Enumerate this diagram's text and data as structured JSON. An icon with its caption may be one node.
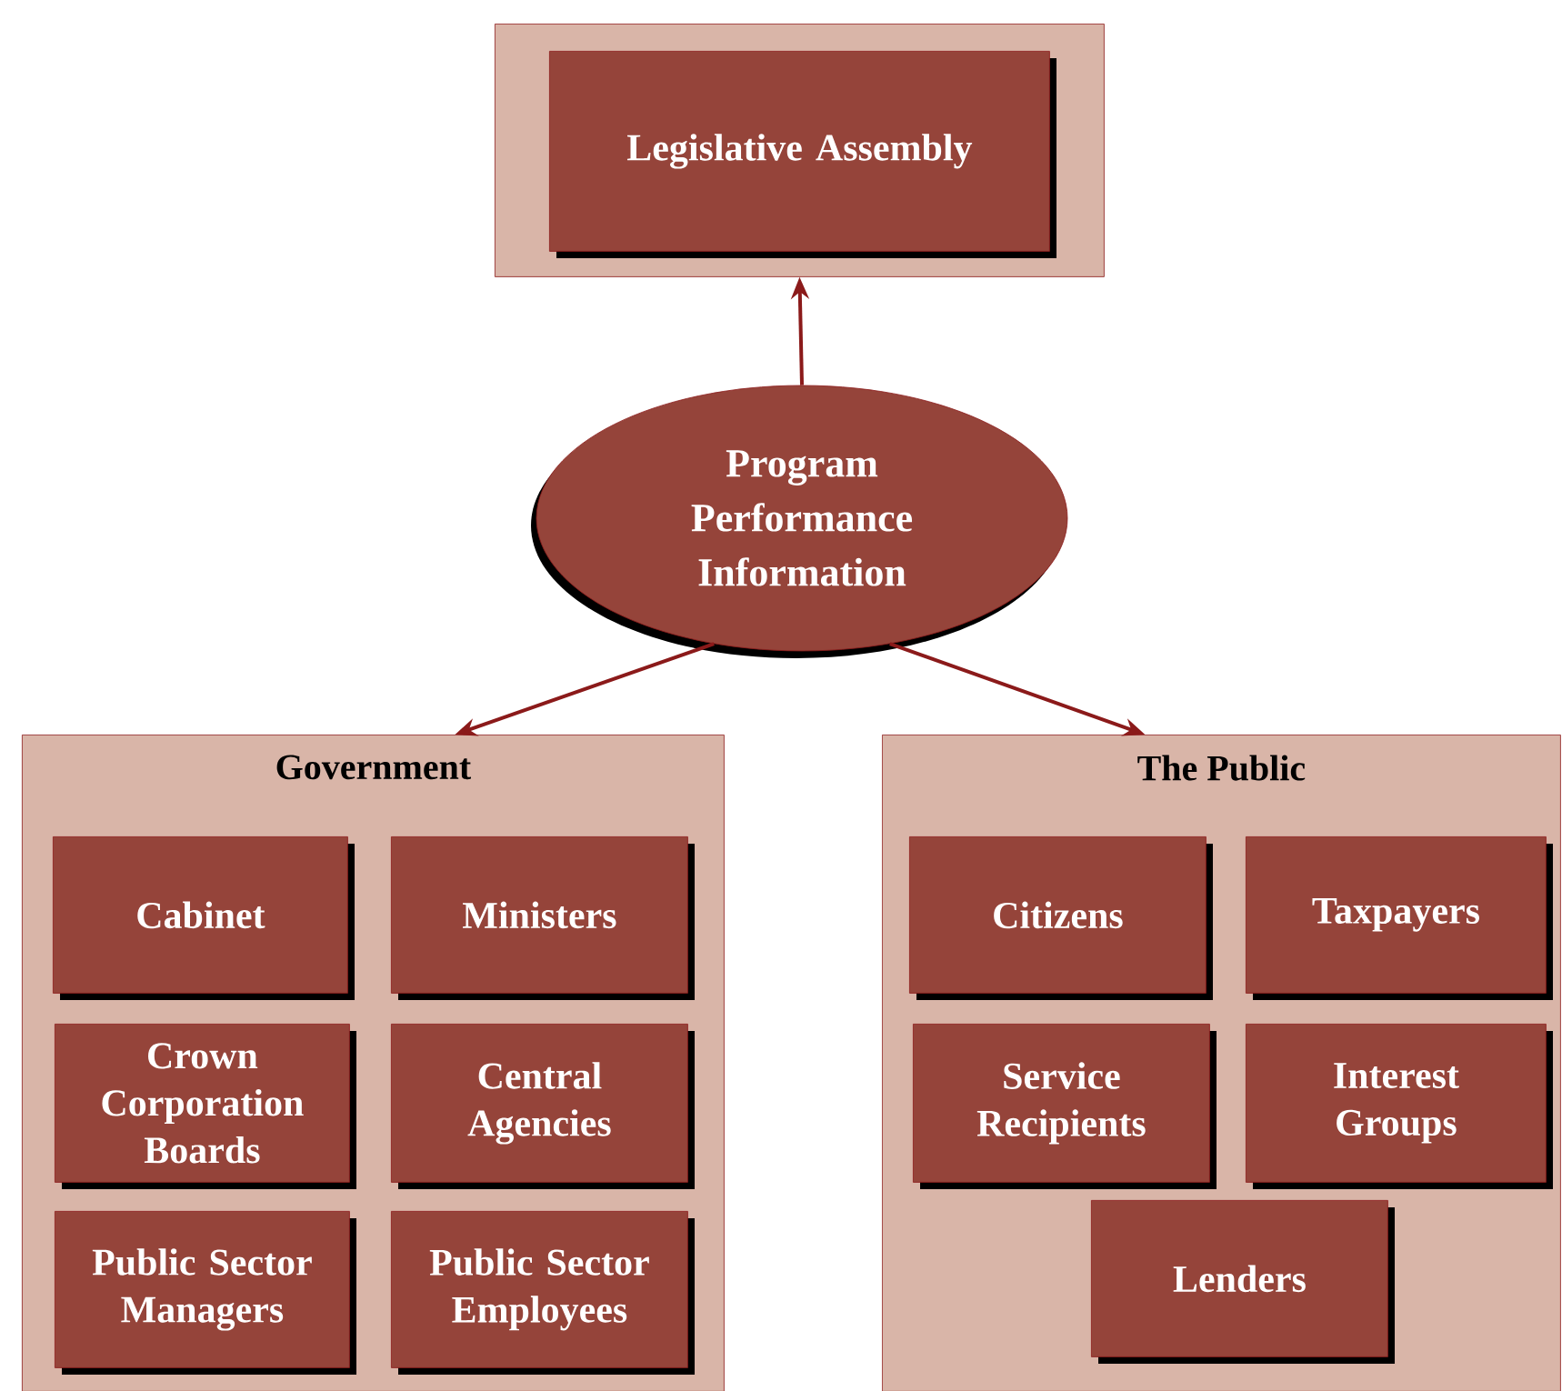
{
  "diagram": {
    "nodes": [
      {
        "text": [],
        "shape": "box"
      },
      {
        "text": [
          "Legislative Assembly"
        ],
        "in": 0
      },
      {
        "text": [
          "Program Performance Information"
        ]
      },
      {
        "text": [
          "Government"
        ]
      },
      {
        "text": [
          "Cabinet"
        ],
        "in": 3
      },
      {
        "text": [
          "Ministers"
        ],
        "in": 3
      },
      {
        "text": [
          "Crown Corporation Boards"
        ],
        "in": 3
      },
      {
        "text": [
          "Central Agencies"
        ],
        "in": 3
      },
      {
        "text": [
          "Public Sector Managers"
        ],
        "in": 3
      },
      {
        "text": [
          "Public Sector Employees"
        ],
        "in": 3
      },
      {
        "text": [
          "The Public"
        ]
      },
      {
        "text": [
          "Citizens"
        ],
        "in": 10
      },
      {
        "text": [
          "Taxpayers"
        ],
        "in": 10
      },
      {
        "text": [
          "Service Recipients"
        ],
        "in": 10
      },
      {
        "text": [
          "Interest Groups"
        ],
        "in": 10
      },
      {
        "text": [
          "Lenders"
        ],
        "in": 10
      }
    ],
    "edges": [
      {
        "from": 2,
        "to": 0,
        "arrow": "to"
      },
      {
        "from": 2,
        "to": 3,
        "arrow": "to"
      },
      {
        "from": 2,
        "to": 10,
        "arrow": "to"
      }
    ]
  }
}
